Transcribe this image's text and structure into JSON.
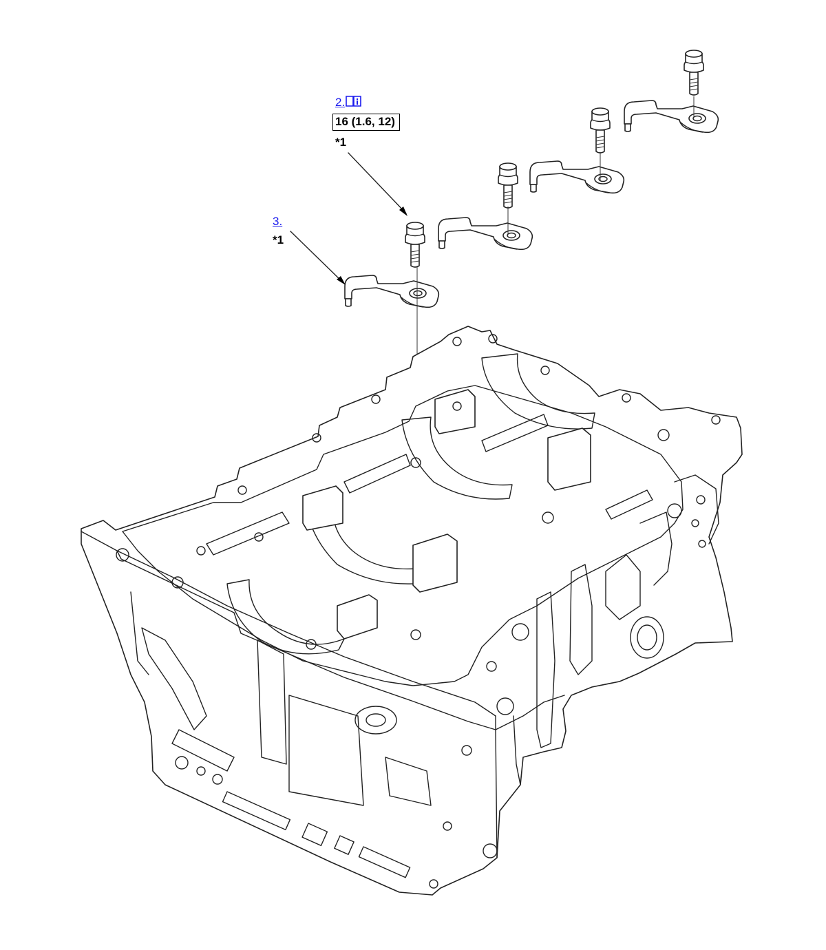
{
  "callouts": {
    "bolt_link": "2.",
    "bolt_torque": "16 (1.6, 12)",
    "bolt_note": "*1",
    "nozzle_link": "3.",
    "nozzle_note": "*1"
  },
  "icons": {
    "manual_icon": "book-info-icon"
  },
  "colors": {
    "link": "#1a1aee",
    "line": "#222222"
  }
}
